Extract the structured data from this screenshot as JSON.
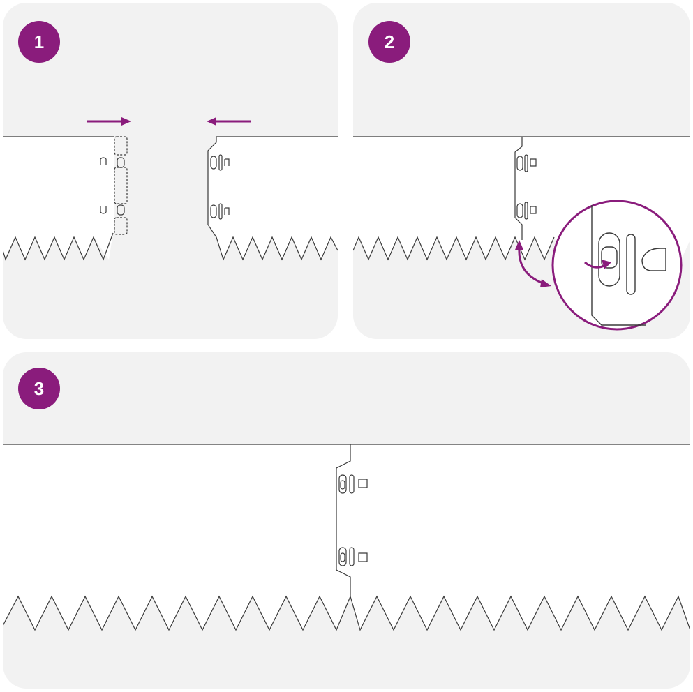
{
  "colors": {
    "accent": "#8a1c7c",
    "panel_bg": "#f2f2f2",
    "line": "#3a3a3a"
  },
  "steps": [
    {
      "number": "1"
    },
    {
      "number": "2"
    },
    {
      "number": "3"
    }
  ]
}
